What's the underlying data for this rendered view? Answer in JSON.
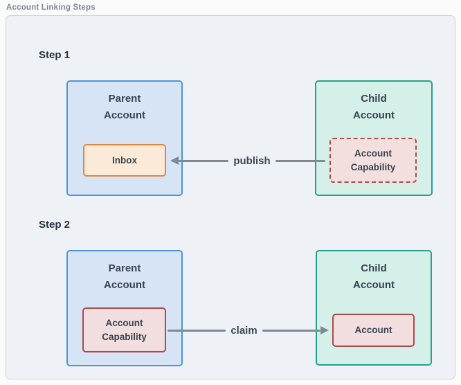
{
  "page": {
    "title": "Account Linking Steps"
  },
  "colors": {
    "canvas_bg": "#eef1f5",
    "canvas_border": "#c9d2db",
    "parent_fill": "#d7e4f6",
    "parent_border": "#4e94da",
    "child_fill": "#d5efe9",
    "child_border": "#26a28c",
    "inbox_fill": "#fcead8",
    "inbox_border": "#e0873f",
    "capability_fill": "#f4dfdf",
    "capability_border": "#a94b4b",
    "arrow": "#7d8995",
    "heading_text": "#26323e",
    "node_text": "#384453",
    "title_text": "#7c8794"
  },
  "steps": [
    {
      "label": "Step 1",
      "parent": {
        "title": "Parent Account",
        "inner_label": "Inbox"
      },
      "child": {
        "title": "Child Account",
        "inner_label": "Account Capability"
      },
      "arrow": {
        "label": "publish",
        "direction": "left"
      }
    },
    {
      "label": "Step 2",
      "parent": {
        "title": "Parent Account",
        "inner_label": "Account Capability"
      },
      "child": {
        "title": "Child Account",
        "inner_label": "Account"
      },
      "arrow": {
        "label": "claim",
        "direction": "right"
      }
    }
  ]
}
